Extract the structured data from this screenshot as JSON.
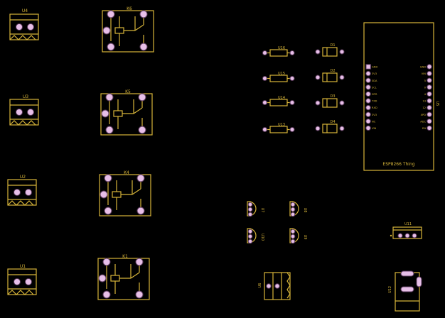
{
  "board": {
    "background": "#000000",
    "silkscreen_color": "#d7b53a",
    "pad_color": "#e7bfe8"
  },
  "components": {
    "terminals": [
      {
        "ref": "U4"
      },
      {
        "ref": "U3"
      },
      {
        "ref": "U2"
      },
      {
        "ref": "U1"
      }
    ],
    "relays": [
      {
        "ref": "K6"
      },
      {
        "ref": "K5"
      },
      {
        "ref": "K4"
      },
      {
        "ref": "K1"
      }
    ],
    "resistors": [
      {
        "ref": "U16"
      },
      {
        "ref": "U15"
      },
      {
        "ref": "U14"
      },
      {
        "ref": "U13"
      }
    ],
    "diodes": [
      {
        "ref": "D1"
      },
      {
        "ref": "D2"
      },
      {
        "ref": "D3"
      },
      {
        "ref": "D4"
      }
    ],
    "small_parts": [
      {
        "ref": "U7"
      },
      {
        "ref": "U8"
      },
      {
        "ref": "U10"
      },
      {
        "ref": "U9"
      }
    ],
    "module": {
      "ref": "U5",
      "name": "ESP8266 Thing",
      "left_pins": [
        "GND",
        "3V3",
        "SDA",
        "SCL",
        "DTR",
        "TXD",
        "RXD",
        "3V3",
        "NC",
        "VIN"
      ],
      "right_pins": [
        "GND",
        "VIN",
        "5",
        "0",
        "4",
        "13",
        "12",
        "XPD",
        "ADC",
        "EN"
      ]
    },
    "u11": {
      "ref": "U11"
    },
    "u12": {
      "ref": "U12"
    },
    "u6": {
      "ref": "U6"
    }
  }
}
